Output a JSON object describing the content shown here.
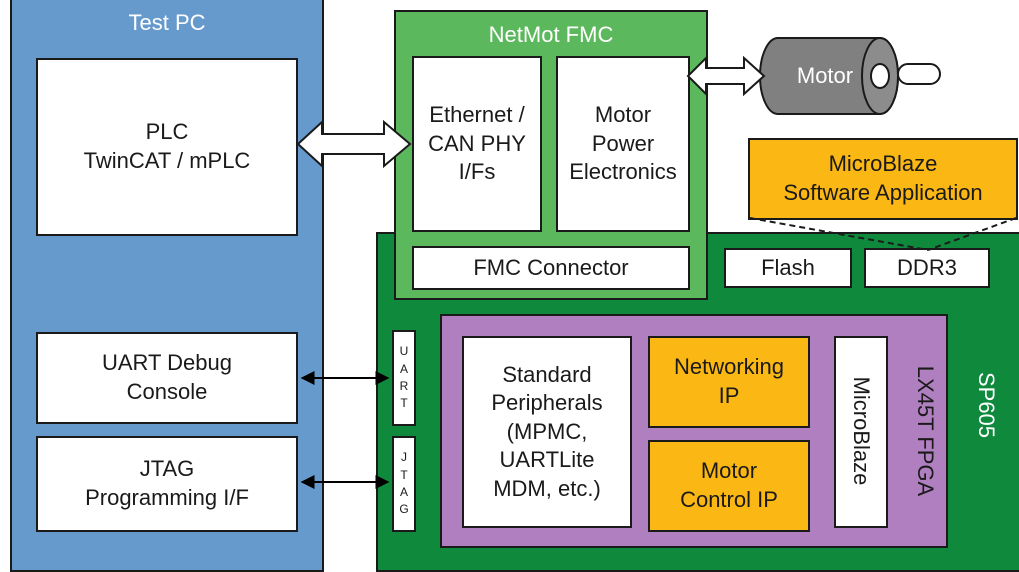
{
  "test_pc": {
    "title": "Test PC",
    "plc_label": "PLC\nTwinCAT / mPLC",
    "uart_console_label": "UART Debug\nConsole",
    "jtag_prog_label": "JTAG\nProgramming I/F"
  },
  "fmc": {
    "title": "NetMot FMC",
    "phy_label": "Ethernet /\nCAN PHY\nI/Fs",
    "power_label": "Motor\nPower\nElectronics",
    "connector_label": "FMC Connector"
  },
  "motor": {
    "label": "Motor"
  },
  "software": {
    "label": "MicroBlaze\nSoftware Application"
  },
  "sp605": {
    "title": "SP605",
    "flash_label": "Flash",
    "ddr3_label": "DDR3",
    "uart_letters": [
      "U",
      "A",
      "R",
      "T"
    ],
    "jtag_letters": [
      "J",
      "T",
      "A",
      "G"
    ]
  },
  "fpga": {
    "title": "LX45T FPGA",
    "peripherals_label": "Standard\nPeripherals\n(MPMC,\nUARTLite\nMDM, etc.)",
    "networking_label": "Networking\nIP",
    "motor_control_label": "Motor\nControl IP",
    "microblaze_label": "MicroBlaze"
  },
  "colors": {
    "test_pc": "#6699cc",
    "fmc": "#5cb85c",
    "sp605": "#0f8a3c",
    "fpga": "#b07fbf",
    "orange": "#fbb714",
    "motor": "#808080"
  }
}
